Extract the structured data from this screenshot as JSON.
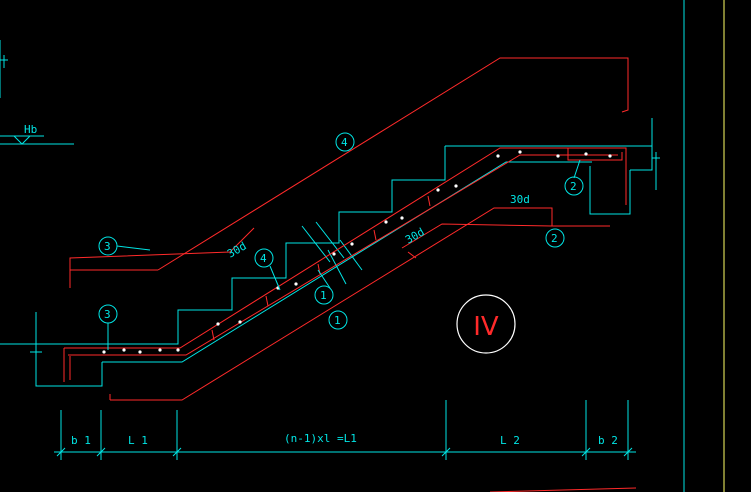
{
  "drawing": {
    "level_mark": "Hb",
    "dims": {
      "b1": "b 1",
      "l1": "L 1",
      "middle": "(n-1)xl =L1",
      "l2": "L 2",
      "b2": "b 2"
    },
    "lap_label": "30d",
    "section_id": "IV",
    "bubbles": [
      "1",
      "2",
      "3",
      "4"
    ]
  }
}
